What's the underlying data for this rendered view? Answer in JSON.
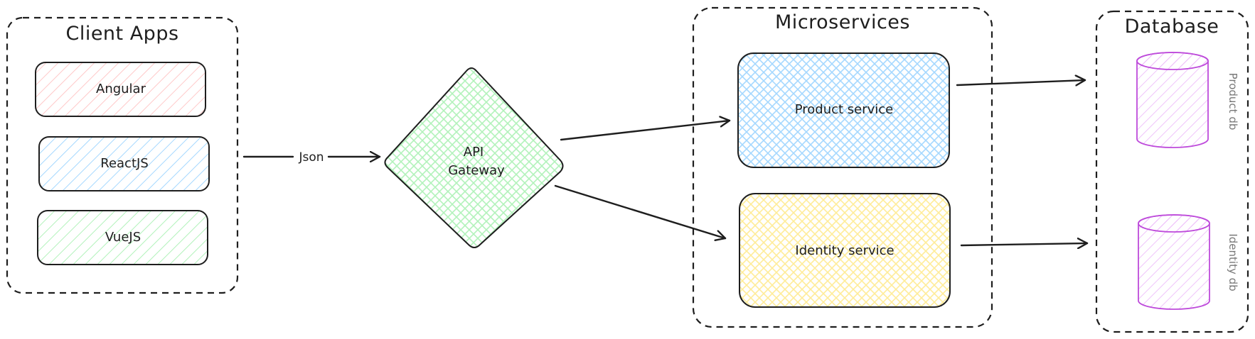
{
  "groups": {
    "client_apps": "Client Apps",
    "microservices": "Microservices",
    "database": "Database"
  },
  "nodes": {
    "angular": {
      "label": "Angular",
      "fill": "#ffc9c9"
    },
    "reactjs": {
      "label": "ReactJS",
      "fill": "#a5d8ff"
    },
    "vuejs": {
      "label": "VueJS",
      "fill": "#b2f2bb"
    },
    "api_gateway": {
      "line1": "API",
      "line2": "Gateway",
      "fill": "#b2f2bb"
    },
    "product_service": {
      "label": "Product service",
      "fill": "#a5d8ff"
    },
    "identity_service": {
      "label": "Identity service",
      "fill": "#ffec99"
    },
    "product_db": {
      "label": "Product db",
      "fill": "#eebefa"
    },
    "identity_db": {
      "label": "Identity db",
      "fill": "#eebefa"
    }
  },
  "edges": {
    "json_label": "Json"
  },
  "colors": {
    "stroke": "#1e1e1e",
    "db_stroke": "#be4bdb",
    "side_text": "#777777"
  }
}
